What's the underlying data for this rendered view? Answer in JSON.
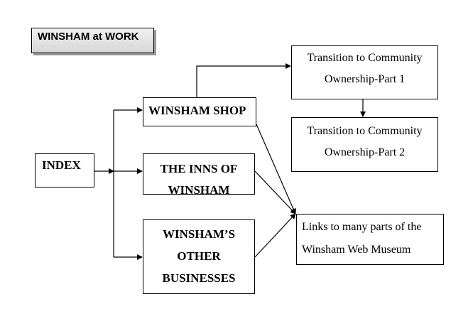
{
  "title": "WINSHAM at WORK",
  "nodes": {
    "index": "INDEX",
    "shop": "WINSHAM SHOP",
    "inns": [
      "THE INNS OF",
      "WINSHAM"
    ],
    "other": [
      "WINSHAM’S",
      "OTHER",
      "BUSINESSES"
    ],
    "transition1": [
      "Transition to Community",
      "Ownership-Part 1"
    ],
    "transition2": [
      "Transition to Community",
      "Ownership-Part 2"
    ],
    "links": [
      "Links to many parts of the",
      "Winsham Web Museum"
    ]
  },
  "edges": [
    {
      "from": "index",
      "to": "shop"
    },
    {
      "from": "index",
      "to": "inns"
    },
    {
      "from": "index",
      "to": "other"
    },
    {
      "from": "shop",
      "to": "transition1"
    },
    {
      "from": "transition1",
      "to": "transition2"
    },
    {
      "from": "shop",
      "to": "links"
    },
    {
      "from": "inns",
      "to": "links"
    },
    {
      "from": "other",
      "to": "links"
    }
  ]
}
